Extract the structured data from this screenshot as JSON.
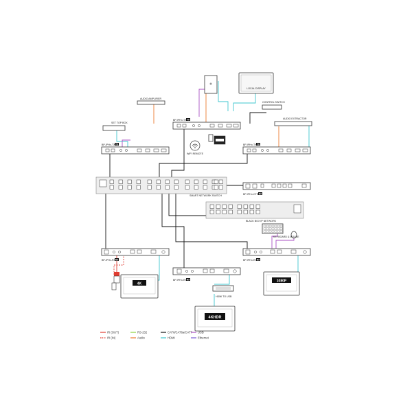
{
  "devices": {
    "tx1": {
      "label": "BP-IPHx-TX",
      "badge": "TX"
    },
    "tx2": {
      "label": "BP-IPHx-TX",
      "badge": "TX"
    },
    "tx3": {
      "label": "BP-IPHx-TX",
      "badge": "TX"
    },
    "rx_ctrl": {
      "label": "BP-IPHx-CTRL",
      "badge": "RX"
    },
    "rx1": {
      "label": "BP-IPHx-RX",
      "badge": "RX"
    },
    "rx2": {
      "label": "BP-IPHx-RX",
      "badge": "RX"
    },
    "rx3": {
      "label": "BP-IPHx-RX",
      "badge": "RX"
    }
  },
  "labels": {
    "set_top_box": "SET TOP BOX",
    "audio_amplifier": "AUDIO AMPLIFIER",
    "local_display": "LOCAL DISPLAY",
    "control_switch": "CONTROL SWITCH",
    "audio_extractor": "AUDIO EXTRACTOR",
    "smart_network_switch": "SMART NETWORK SWITCH",
    "black_box_ip_network": "BLACK BOX IP NETWORK",
    "keyboard_mouse": "KEYBOARD & MOUSE",
    "hdmi_to_usb": "HDMI TO USB",
    "wifi_remote": "WIFI REMOTE"
  },
  "screens": {
    "left": "4K",
    "center": "4KHDR",
    "right": "1080P"
  },
  "legend": [
    {
      "label": "IR (OUT)",
      "color": "#e03c31",
      "style": "solid"
    },
    {
      "label": "IR (IN)",
      "color": "#e03c31",
      "style": "dashed"
    },
    {
      "label": "RS-232",
      "color": "#8bd13d",
      "style": "solid"
    },
    {
      "label": "Audio",
      "color": "#ec7a2f",
      "style": "solid"
    },
    {
      "label": "CAT6/CAT6a/CAT7",
      "color": "#111111",
      "style": "solid"
    },
    {
      "label": "HDMI",
      "color": "#3ec6cf",
      "style": "solid"
    },
    {
      "label": "USB",
      "color": "#a94fc3",
      "style": "solid"
    },
    {
      "label": "Ethernet",
      "color": "#7b5cd6",
      "style": "solid"
    }
  ],
  "colors": {
    "cat": "#111111",
    "hdmi": "#3ec6cf",
    "audio": "#ec7a2f",
    "usb": "#a94fc3",
    "ir": "#e03c31",
    "rs232": "#8bd13d",
    "ethernet": "#7b5cd6"
  }
}
